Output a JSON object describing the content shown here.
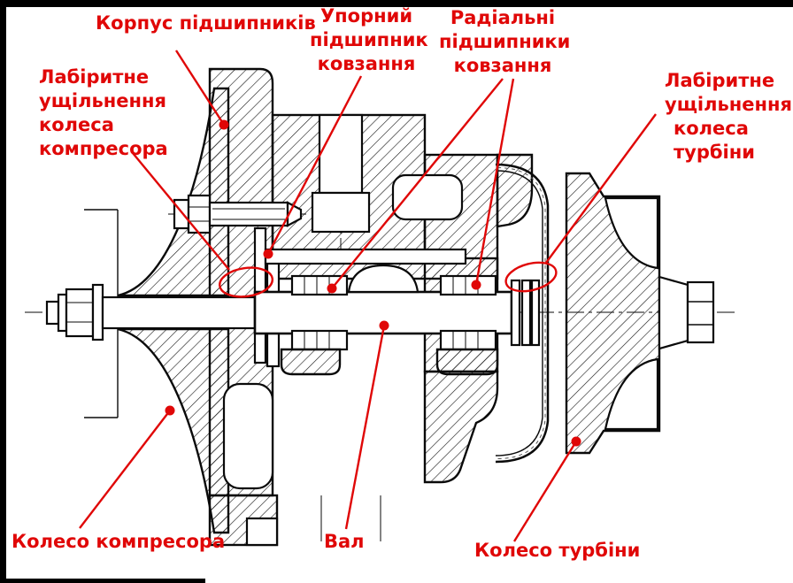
{
  "diagram": {
    "type": "technical-cross-section",
    "subject": "Turbocharger cross-section with labeled components",
    "language": "uk"
  },
  "colors": {
    "annotation_red": "#e00707",
    "drawing_black": "#0a0a0a",
    "background": "#ffffff"
  },
  "annotations": {
    "bearing_housing": {
      "lines": [
        "Корпус підшипників"
      ]
    },
    "thrust_bearing": {
      "lines": [
        "Упорний",
        "підшипник",
        "ковзання"
      ]
    },
    "radial_bearings": {
      "lines": [
        "Радіальні",
        "підшипники",
        "ковзання"
      ]
    },
    "labyrinth_compressor": {
      "lines": [
        "Лабіритне",
        "ущільнення",
        "колеса",
        "компресора"
      ]
    },
    "labyrinth_turbine": {
      "lines": [
        "Лабіритне",
        "ущільнення",
        "колеса",
        "турбіни"
      ]
    },
    "compressor_wheel": {
      "lines": [
        "Колесо компресора"
      ]
    },
    "shaft": {
      "lines": [
        "Вал"
      ]
    },
    "turbine_wheel": {
      "lines": [
        "Колесо турбіни"
      ]
    }
  }
}
